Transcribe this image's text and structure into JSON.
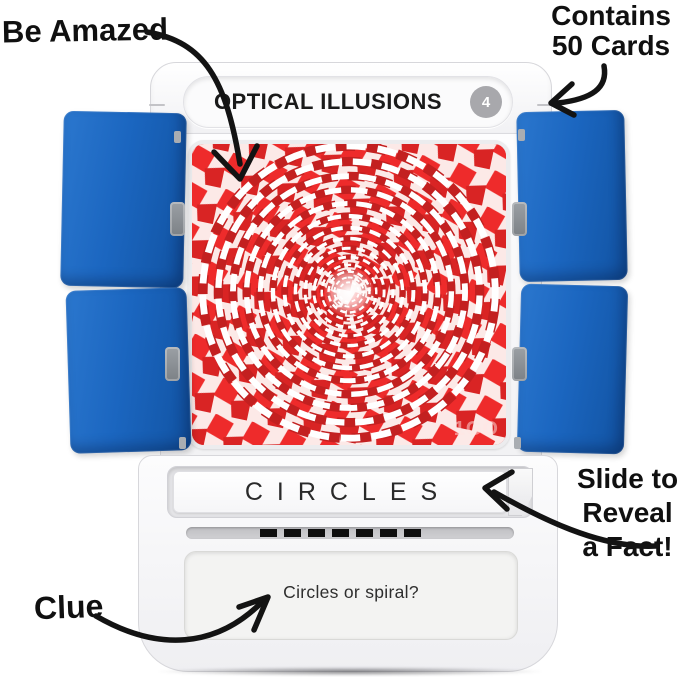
{
  "annotations": {
    "be_amazed": "Be Amazed",
    "contains_line1": "Contains",
    "contains_line2": "50 Cards",
    "slide_line1": "Slide to",
    "slide_line2": "Reveal",
    "slide_line3": "a Fact!",
    "clue_label": "Clue"
  },
  "device": {
    "header": {
      "title": "OPTICAL ILLUSIONS",
      "card_number_badge": "4"
    },
    "card": {
      "art": "red-white-spiral-optical-illusion",
      "watermark": "1GO",
      "name": "CIRCLES",
      "clue_text": "Circles or spiral?"
    },
    "fact_slider": {
      "dash_count": 7
    }
  },
  "colors": {
    "flap_blue": "#1b66c0",
    "illusion_red": "#ee2b2b",
    "badge_gray": "#a8a8ac",
    "annotation_ink": "#131313"
  }
}
